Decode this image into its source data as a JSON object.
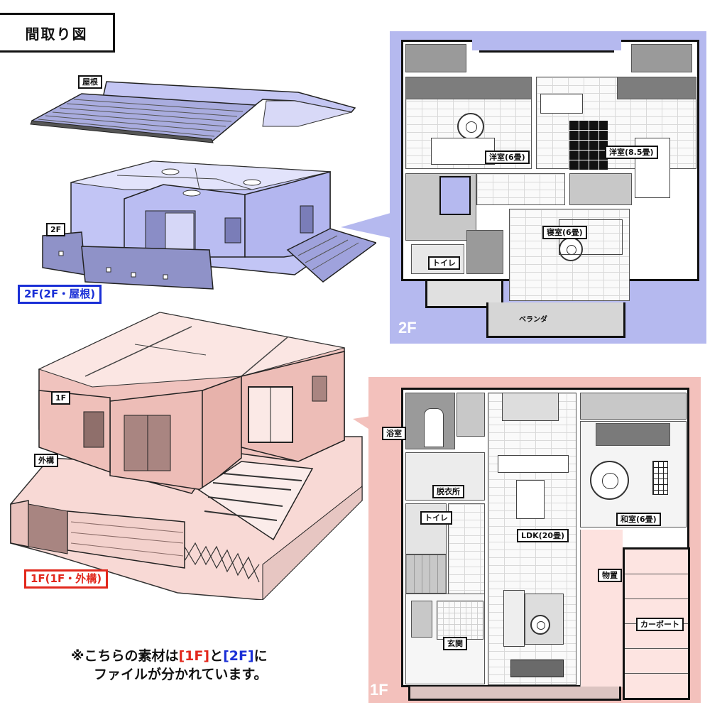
{
  "title": "間取り図",
  "colors": {
    "plan_2f_bg": "#b5b9ef",
    "plan_1f_bg": "#f3c1bc",
    "label_2f": "#1a2fd6",
    "label_1f": "#e2281c",
    "model_2f": "#b8bbf2",
    "model_1f": "#f0c4bf"
  },
  "models": {
    "roof_label": "屋根",
    "floor2_label": "2F",
    "floor2_caption": "2F(2F・屋根)",
    "floor1_label": "1F",
    "exterior_label": "外構",
    "floor1_caption": "1F(1F・外構)"
  },
  "plan_2f": {
    "tag": "2F",
    "rooms": {
      "western_6": "洋室(6畳)",
      "western_85": "洋室(8.5畳)",
      "bedroom_6": "寝室(6畳)",
      "toilet": "トイレ",
      "veranda": "ベランダ"
    }
  },
  "plan_1f": {
    "tag": "1F",
    "rooms": {
      "bath": "浴室",
      "dressing": "脱衣所",
      "toilet": "トイレ",
      "ldk": "LDK(20畳)",
      "japanese_6": "和室(6畳)",
      "storage": "物置",
      "carport": "カーポート",
      "entrance": "玄関"
    }
  },
  "note": {
    "prefix": "※こちらの素材は",
    "f1": "[1F]",
    "mid": "と",
    "f2": "[2F]",
    "suffix": "に",
    "line2": "ファイルが分かれています。"
  }
}
